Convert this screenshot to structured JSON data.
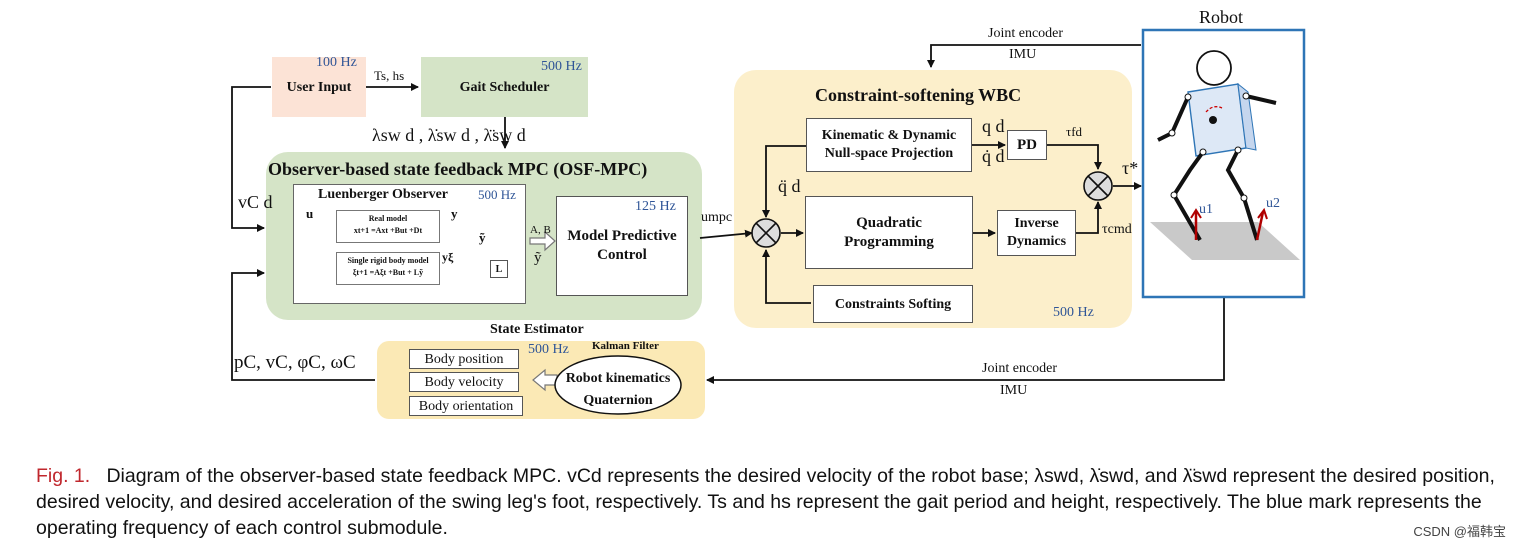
{
  "diagram": {
    "robot_title": "Robot",
    "joint_encoder_top": "Joint encoder",
    "imu_top": "IMU",
    "joint_encoder_bottom": "Joint encoder",
    "imu_bottom": "IMU",
    "user_input": {
      "label": "User Input",
      "freq": "100 Hz"
    },
    "ts_hs": "Ts, hs",
    "gait_scheduler": {
      "label": "Gait Scheduler",
      "freq": "500 Hz"
    },
    "lambda_label": "λsw d , λ̇sw d , λ̈sw d",
    "osf_mpc": {
      "title": "Observer-based state feedback MPC (OSF-MPC)"
    },
    "vc_label": "vC d",
    "luenberger": {
      "title": "Luenberger Observer",
      "freq": "500 Hz",
      "u": "u",
      "y": "y",
      "y_tilde": "ỹ",
      "y_xi": "yξ",
      "real_model": "Real model",
      "real_model_eq": "xt+1 =Axt +But +Dt",
      "srb_model": "Single rigid body model",
      "srb_model_eq": "ξt+1 =Aξt +But + Lỹ",
      "L": "L"
    },
    "ab_label": "A, B",
    "ytilde_label": "ỹ",
    "mpc": {
      "label": "Model Predictive Control",
      "freq": "125 Hz"
    },
    "umpc": "umpc",
    "wbc": {
      "title": "Constraint-softening WBC",
      "freq": "500 Hz",
      "kin": "Kinematic & Dynamic Null-space Projection",
      "qd": "q d",
      "qdotd": "q̇ d",
      "pd": "PD",
      "tau_fd": "τfd",
      "qddot": "q̈ d",
      "qp": "Quadratic Programming",
      "inv_dyn": "Inverse Dynamics",
      "tau_cmd": "τcmd",
      "tau_star": "τ*",
      "constraints": "Constraints Softing"
    },
    "u1": "u1",
    "u2": "u2",
    "state_estimator": {
      "title": "State Estimator",
      "freq": "500 Hz",
      "kalman": "Kalman Filter",
      "robot_kin": "Robot kinematics",
      "quaternion": "Quaternion",
      "outputs": [
        "Body position",
        "Body velocity",
        "Body orientation"
      ]
    },
    "feedback_label": "pC, vC, φC, ωC"
  },
  "caption": {
    "fig": "Fig. 1.",
    "text": "Diagram of the observer-based state feedback MPC. vCd represents the desired velocity of the robot base; λswd, λ̇swd, and λ̈swd represent the desired position, desired velocity, and desired acceleration of the swing leg's foot, respectively. Ts and hs represent the gait period and height, respectively. The blue mark represents the operating frequency of each control submodule."
  },
  "watermark": "CSDN @福韩宝",
  "colors": {
    "osf_region": "#d5e4c7",
    "wbc_region": "#fcefcb",
    "est_region": "#fbe9b5",
    "user_input": "#fce3d6",
    "gait": "#d5e4c7",
    "freq": "#2f5597",
    "robot_frame": "#2e75b6",
    "caption_fig": "#c0272d"
  }
}
